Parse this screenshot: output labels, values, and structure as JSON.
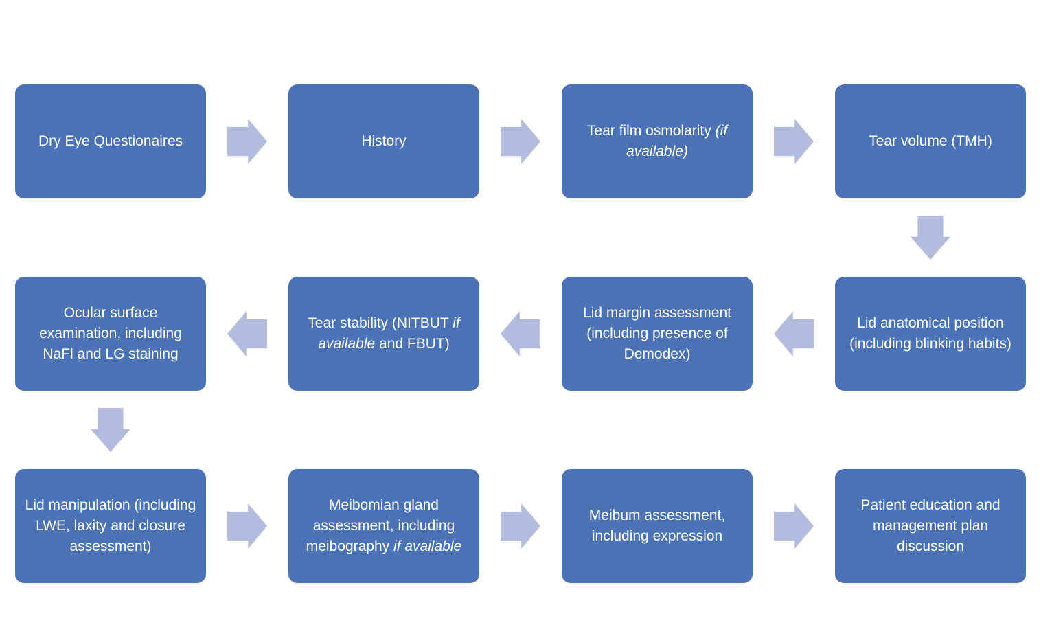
{
  "flowchart": {
    "description": "Dry eye assessment flow diagram",
    "colors": {
      "node_fill": "#4a72b4",
      "node_text": "#ffffff",
      "arrow_fill": "#b3bcdd",
      "background": "#ffffff"
    },
    "nodes": [
      {
        "id": "dry-eye-questionaires",
        "row": 0,
        "col": 0,
        "segments": [
          {
            "text": "Dry Eye Questionaires",
            "italic": false
          }
        ]
      },
      {
        "id": "history",
        "row": 0,
        "col": 1,
        "segments": [
          {
            "text": "History",
            "italic": false
          }
        ]
      },
      {
        "id": "tear-film-osmolarity",
        "row": 0,
        "col": 2,
        "segments": [
          {
            "text": "Tear film osmolarity ",
            "italic": false
          },
          {
            "text": "(if available)",
            "italic": true
          }
        ]
      },
      {
        "id": "tear-volume",
        "row": 0,
        "col": 3,
        "segments": [
          {
            "text": "Tear volume (TMH)",
            "italic": false
          }
        ]
      },
      {
        "id": "lid-anatomical-position",
        "row": 1,
        "col": 3,
        "segments": [
          {
            "text": "Lid anatomical position (including blinking habits)",
            "italic": false
          }
        ]
      },
      {
        "id": "lid-margin-assessment",
        "row": 1,
        "col": 2,
        "segments": [
          {
            "text": "Lid margin assessment (including presence of Demodex)",
            "italic": false
          }
        ]
      },
      {
        "id": "tear-stability",
        "row": 1,
        "col": 1,
        "segments": [
          {
            "text": "Tear stability (NITBUT ",
            "italic": false
          },
          {
            "text": "if available",
            "italic": true
          },
          {
            "text": " and FBUT)",
            "italic": false
          }
        ]
      },
      {
        "id": "ocular-surface-examination",
        "row": 1,
        "col": 0,
        "segments": [
          {
            "text": "Ocular surface examination, including NaFl and LG staining",
            "italic": false
          }
        ]
      },
      {
        "id": "lid-manipulation",
        "row": 2,
        "col": 0,
        "segments": [
          {
            "text": "Lid manipulation (including LWE, laxity and closure assessment)",
            "italic": false
          }
        ]
      },
      {
        "id": "meibomian-gland-assessment",
        "row": 2,
        "col": 1,
        "segments": [
          {
            "text": "Meibomian gland assessment, including meibography ",
            "italic": false
          },
          {
            "text": "if available",
            "italic": true
          }
        ]
      },
      {
        "id": "meibum-assessment",
        "row": 2,
        "col": 2,
        "segments": [
          {
            "text": "Meibum assessment, including expression",
            "italic": false
          }
        ]
      },
      {
        "id": "patient-education",
        "row": 2,
        "col": 3,
        "segments": [
          {
            "text": "Patient education and management plan discussion",
            "italic": false
          }
        ]
      }
    ],
    "arrows": [
      {
        "direction": "right",
        "row": 0,
        "from_col": 0,
        "to_col": 1
      },
      {
        "direction": "right",
        "row": 0,
        "from_col": 1,
        "to_col": 2
      },
      {
        "direction": "right",
        "row": 0,
        "from_col": 2,
        "to_col": 3
      },
      {
        "direction": "down",
        "col": 3,
        "from_row": 0,
        "to_row": 1
      },
      {
        "direction": "left",
        "row": 1,
        "from_col": 3,
        "to_col": 2
      },
      {
        "direction": "left",
        "row": 1,
        "from_col": 2,
        "to_col": 1
      },
      {
        "direction": "left",
        "row": 1,
        "from_col": 1,
        "to_col": 0
      },
      {
        "direction": "down",
        "col": 0,
        "from_row": 1,
        "to_row": 2
      },
      {
        "direction": "right",
        "row": 2,
        "from_col": 0,
        "to_col": 1
      },
      {
        "direction": "right",
        "row": 2,
        "from_col": 1,
        "to_col": 2
      },
      {
        "direction": "right",
        "row": 2,
        "from_col": 2,
        "to_col": 3
      }
    ]
  }
}
